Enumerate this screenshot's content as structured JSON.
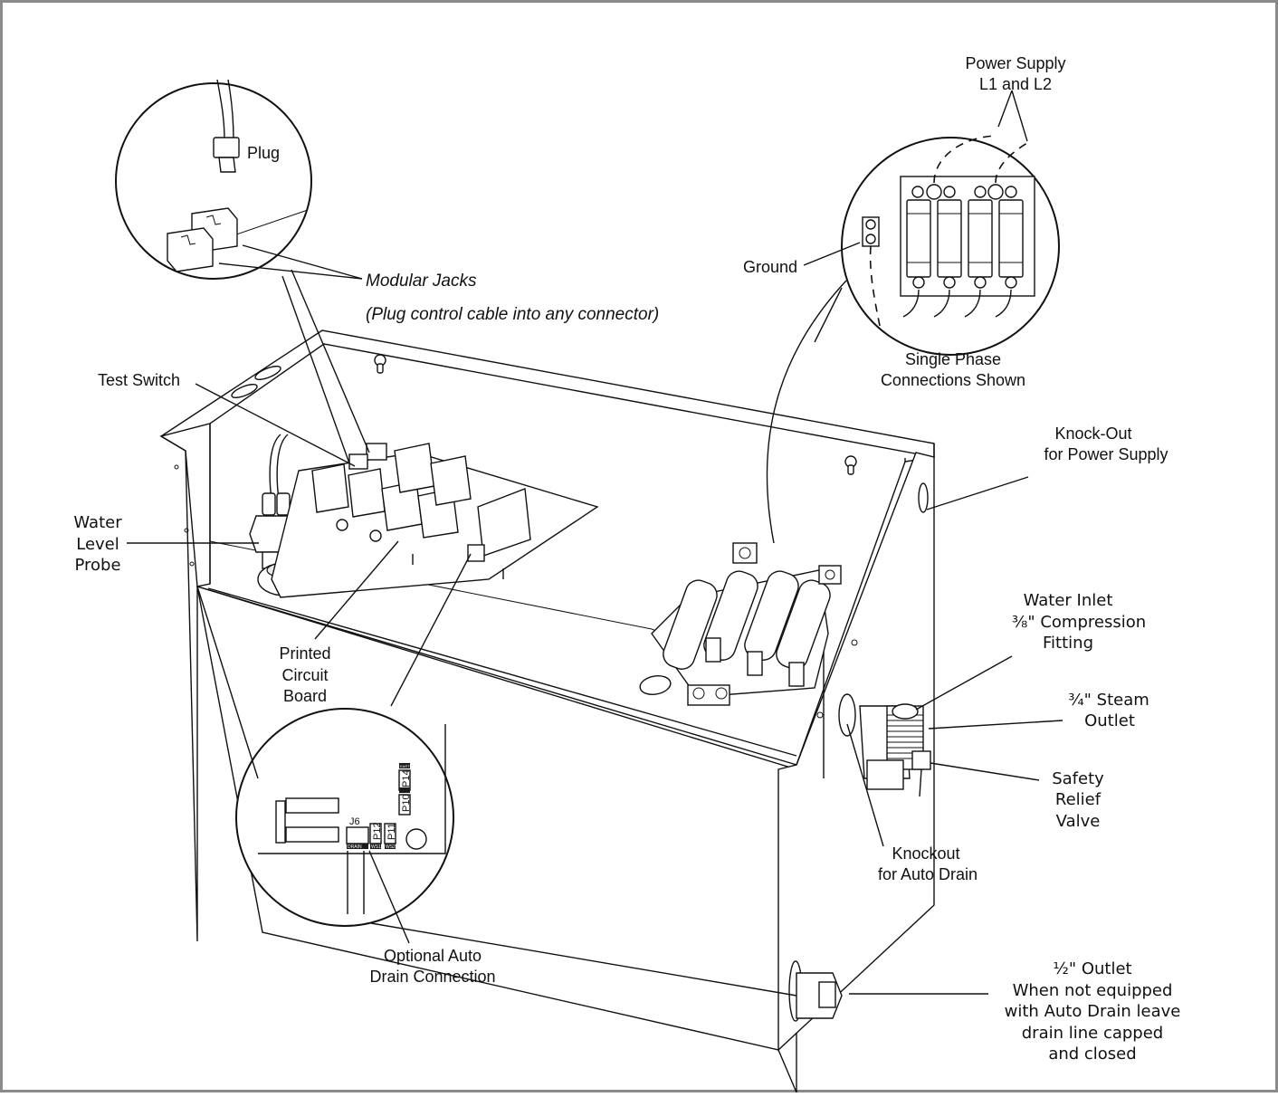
{
  "labels": {
    "plug": "Plug",
    "modular_jacks": "Modular Jacks",
    "modular_jacks_note": "(Plug control cable into any connector)",
    "test_switch": "Test Switch",
    "water_level_probe": [
      "Water",
      "Level",
      "Probe"
    ],
    "printed_circuit_board": [
      "Printed",
      "Circuit",
      "Board"
    ],
    "optional_auto_drain": [
      "Optional Auto",
      "Drain Connection"
    ],
    "power_supply": [
      "Power Supply",
      "L1 and L2"
    ],
    "ground": "Ground",
    "single_phase": [
      "Single Phase",
      "Connections Shown"
    ],
    "knock_out_power": [
      "Knock-Out",
      "for Power Supply"
    ],
    "water_inlet": [
      "Water Inlet",
      "⅜\" Compression",
      "Fitting"
    ],
    "steam_outlet": [
      "¾\" Steam",
      "Outlet"
    ],
    "safety_relief_valve": [
      "Safety",
      "Relief",
      "Valve"
    ],
    "knockout_auto_drain": [
      "Knockout",
      "for Auto Drain"
    ],
    "half_outlet": [
      "½\" Outlet",
      "When not equipped",
      "with Auto Drain leave",
      "drain line capped",
      "and closed"
    ]
  },
  "pcb_markings": {
    "j6": "J6",
    "p12": "P12",
    "p11": "P11",
    "p14": "P14",
    "p10": "P10",
    "drain": "DRAIN",
    "ws1": "WS1",
    "ws2": "WS2",
    "earth": "EARTH"
  }
}
